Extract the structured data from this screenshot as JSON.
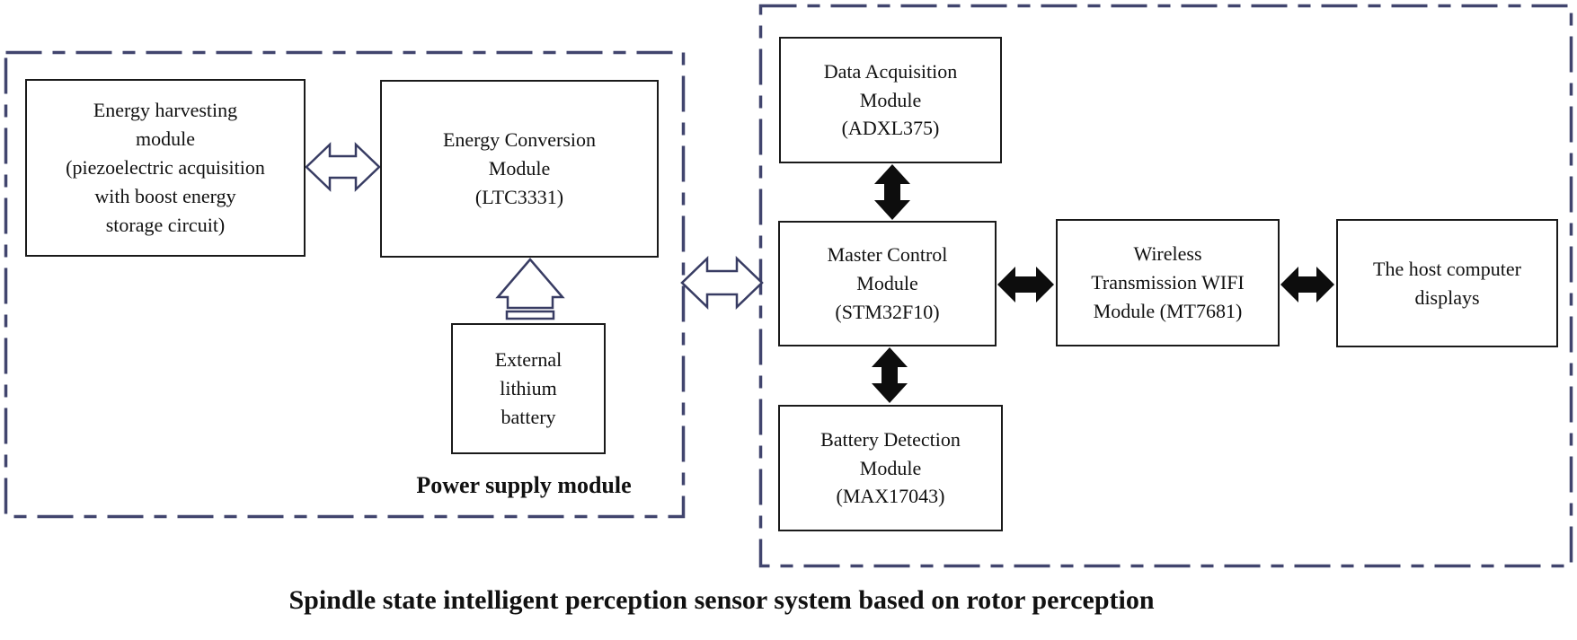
{
  "diagram": {
    "caption": "Spindle state intelligent perception sensor system based on rotor perception",
    "power_supply": {
      "label": "Power supply module",
      "boxes": {
        "energy_harvesting": "Energy harvesting\nmodule\n(piezoelectric acquisition\nwith boost energy\nstorage circuit)",
        "energy_conversion": "Energy Conversion\nModule\n(LTC3331)",
        "external_battery": "External\nlithium\nbattery"
      }
    },
    "sensor_system": {
      "boxes": {
        "data_acquisition": "Data Acquisition\nModule\n(ADXL375)",
        "master_control": "Master Control\nModule\n(STM32F10)",
        "wireless": "Wireless\nTransmission WIFI\nModule (MT7681)",
        "host_computer": "The host computer\ndisplays",
        "battery_detection": "Battery Detection\nModule\n(MAX17043)"
      }
    },
    "colors": {
      "dashed_frame": "#41456e",
      "hollow_arrow_outline": "#383c63",
      "solid_arrow": "#0d0d0d",
      "box_border": "#1a1a1a",
      "text": "#111111"
    }
  }
}
